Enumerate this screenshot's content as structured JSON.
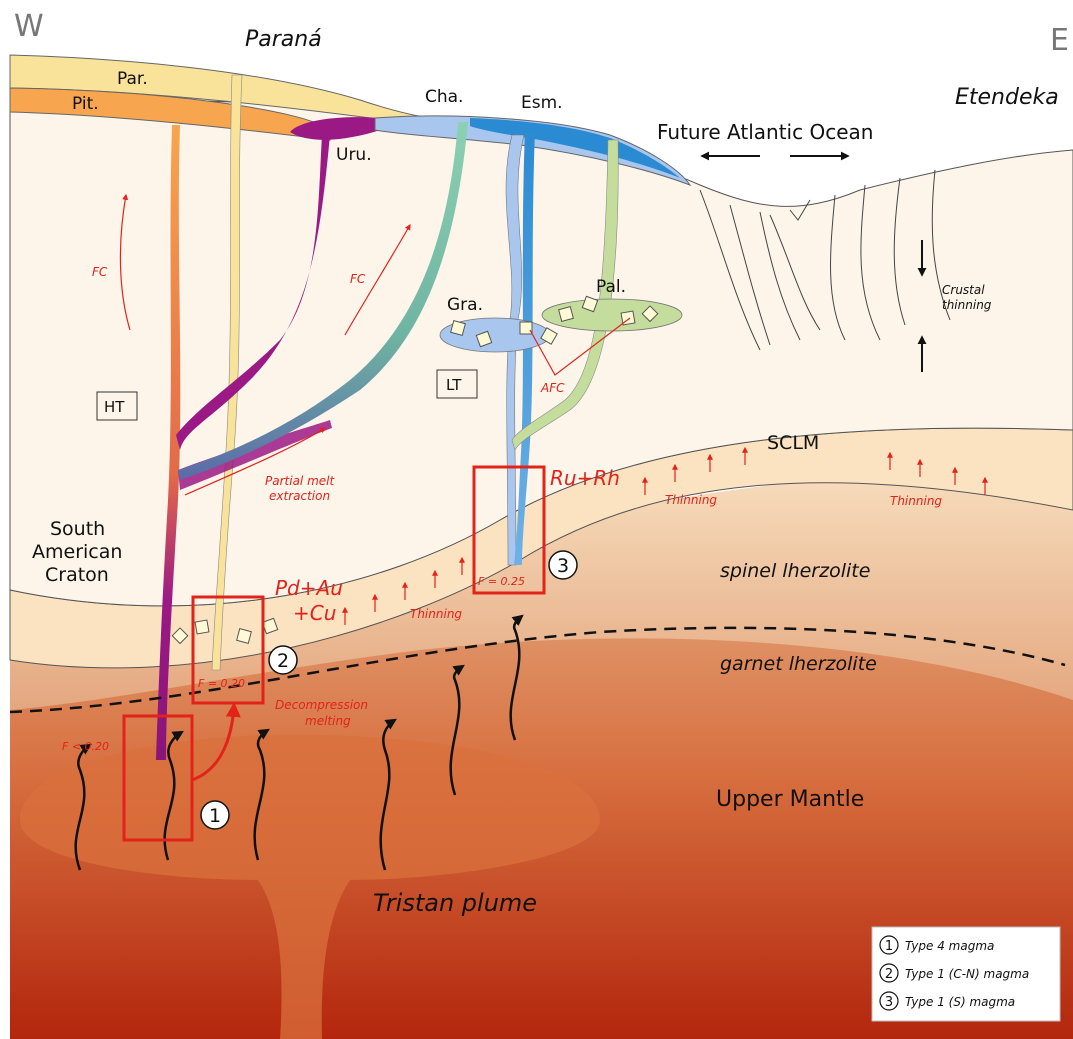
{
  "compass": {
    "west": "W",
    "east": "E"
  },
  "regions": {
    "parana": "Paraná",
    "etendeka": "Etendeka"
  },
  "ocean": {
    "label": "Future Atlantic Ocean"
  },
  "formations": {
    "par": "Par.",
    "pit": "Pit.",
    "uru": "Uru.",
    "cha": "Cha.",
    "esm": "Esm.",
    "gra": "Gra.",
    "pal": "Pal."
  },
  "processes": {
    "fc_left": "FC",
    "fc_mid": "FC",
    "afc": "AFC",
    "partial_melt_1": "Partial melt",
    "partial_melt_2": "extraction",
    "crustal_1": "Crustal",
    "crustal_2": "thinning",
    "thinning_a": "Thinning",
    "thinning_b": "Thinning",
    "thinning_c": "Thinning",
    "decomp_1": "Decompression",
    "decomp_2": "melting"
  },
  "boxes": {
    "ht": "HT",
    "lt": "LT"
  },
  "layers": {
    "sclm": "SCLM",
    "craton_1": "South",
    "craton_2": "American",
    "craton_3": "Craton",
    "spinel": "spinel lherzolite",
    "garnet": "garnet lherzolite",
    "upper_mantle": "Upper Mantle",
    "plume": "Tristan plume"
  },
  "metals": {
    "rurh": "Ru+Rh",
    "pdau": "Pd+Au",
    "cu": "+Cu"
  },
  "melt_fractions": {
    "f1": "F < 0.20",
    "f2": "F = 0.20",
    "f3": "F = 0.25"
  },
  "markers": {
    "m1": "1",
    "m2": "2",
    "m3": "3"
  },
  "legend": {
    "items": [
      {
        "num": "1",
        "text": "Type 4 magma"
      },
      {
        "num": "2",
        "text": "Type 1 (C-N) magma"
      },
      {
        "num": "3",
        "text": "Type 1 (S) magma"
      }
    ]
  },
  "colors": {
    "red_annotation": "#e2231a",
    "crust": "#fdf5ea",
    "sclm": "#fbe2c0",
    "mantle_top": "#e7a06b",
    "mantle_bottom": "#b3260d",
    "par_flow": "#f9e39b",
    "pit_flow": "#f7a54e",
    "uru_flow": "#9b1985",
    "lt_flow": "#a9c6ee",
    "esm_flow": "#2a8bd2",
    "pal_flow": "#c5dd9c"
  }
}
